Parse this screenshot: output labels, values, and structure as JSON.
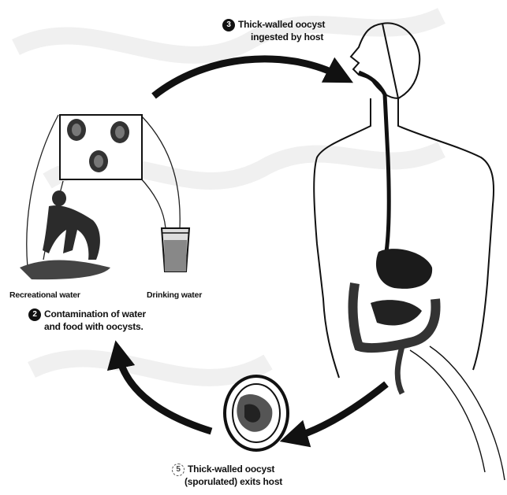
{
  "steps": [
    {
      "number": "3",
      "line1": "Thick-walled oocyst",
      "line2": "ingested by host"
    },
    {
      "number": "2",
      "line1": "Contamination of water",
      "line2": "and food with oocysts."
    },
    {
      "number": "5",
      "line1": "Thick-walled oocyst",
      "line2": "(sporulated) exits host"
    }
  ],
  "sources": {
    "recreational": "Recreational water",
    "drinking": "Drinking water"
  }
}
